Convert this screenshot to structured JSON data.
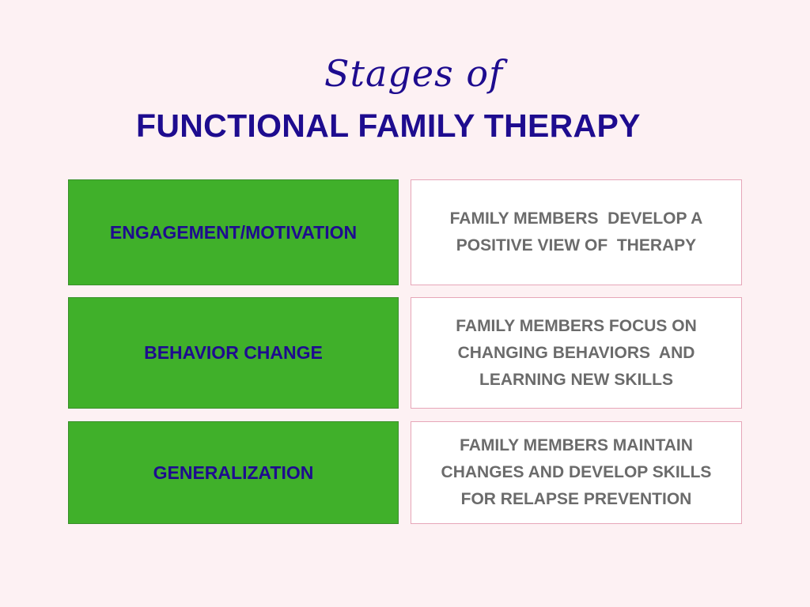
{
  "header": {
    "subtitle": "Stages of",
    "title": "FUNCTIONAL FAMILY THERAPY"
  },
  "stages": [
    {
      "name": "ENGAGEMENT/MOTIVATION",
      "description": [
        "FAMILY MEMBERS  DEVELOP A",
        "POSITIVE VIEW OF  THERAPY"
      ]
    },
    {
      "name": "BEHAVIOR CHANGE",
      "description": [
        "FAMILY MEMBERS FOCUS ON",
        "CHANGING BEHAVIORS  AND",
        "LEARNING NEW SKILLS"
      ]
    },
    {
      "name": "GENERALIZATION",
      "description": [
        "FAMILY MEMBERS MAINTAIN",
        "CHANGES AND DEVELOP SKILLS",
        "FOR RELAPSE PREVENTION"
      ]
    }
  ],
  "colors": {
    "background": "#fdf1f3",
    "title": "#1e0c8f",
    "stage_box": "#40b02a",
    "description_box": "#ffffff",
    "description_text": "#6b6b6b",
    "description_border": "#e6a6b8"
  }
}
